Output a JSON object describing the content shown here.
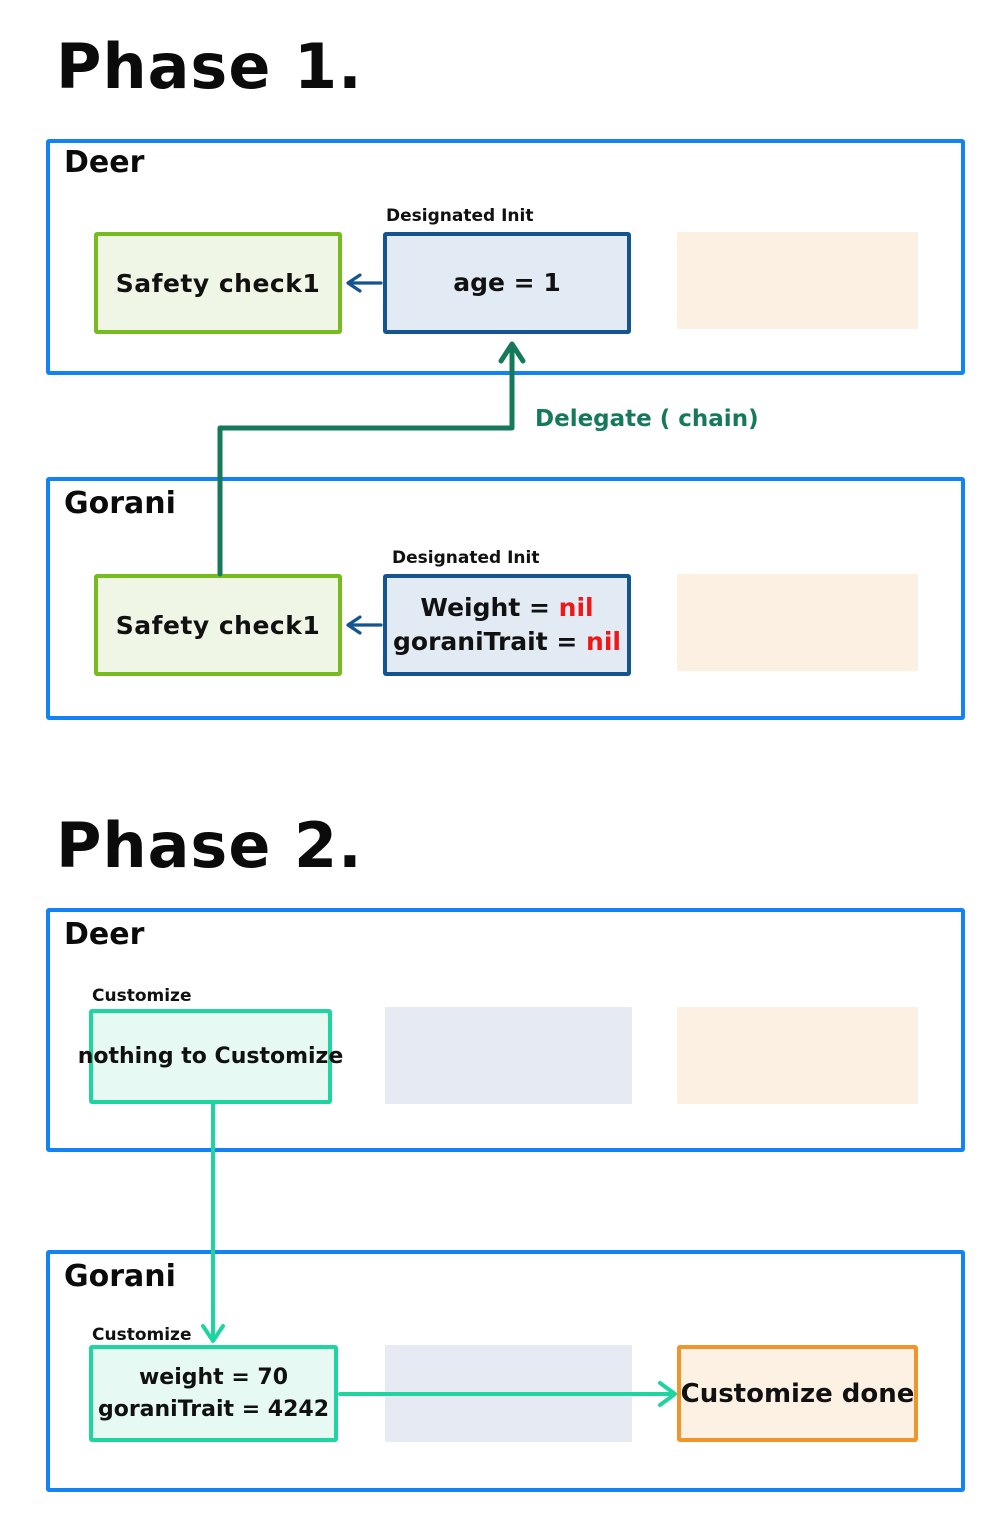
{
  "phases": [
    {
      "title": "Phase 1.",
      "classes": [
        {
          "name": "Deer",
          "safety_box": "Safety check1",
          "init_caption": "Designated Init",
          "init_lines": [
            {
              "text": "age = 1",
              "nil": false
            }
          ]
        },
        {
          "name": "Gorani",
          "safety_box": "Safety check1",
          "init_caption": "Designated Init",
          "init_lines": [
            {
              "label": "Weight  = ",
              "value": "nil",
              "nil": true
            },
            {
              "label": "goraniTrait = ",
              "value": "nil",
              "nil": true
            }
          ]
        }
      ],
      "edge_label": "Delegate ( chain)"
    },
    {
      "title": "Phase 2.",
      "classes": [
        {
          "name": "Deer",
          "customize_caption": "Customize",
          "customize_lines": [
            "nothing to Customize"
          ]
        },
        {
          "name": "Gorani",
          "customize_caption": "Customize",
          "customize_lines": [
            "weight  = 70",
            "goraniTrait =  4242"
          ],
          "done_box": "Customize done"
        }
      ]
    }
  ],
  "colors": {
    "container_blue": "#1283f5",
    "safety_green": "#77bc1f",
    "safety_fill": "#eff6e6",
    "init_blue": "#14558f",
    "init_fill": "#e2eaf4",
    "customize_teal": "#1ed5a0",
    "customize_fill": "#e6faf3",
    "done_orange": "#f0952a",
    "done_fill": "#fdf1e3",
    "delegate_green": "#16795b",
    "nil_red": "#ef1717",
    "placeholder_peach": "#fcf0e3",
    "placeholder_blue": "#e5eaf3"
  }
}
